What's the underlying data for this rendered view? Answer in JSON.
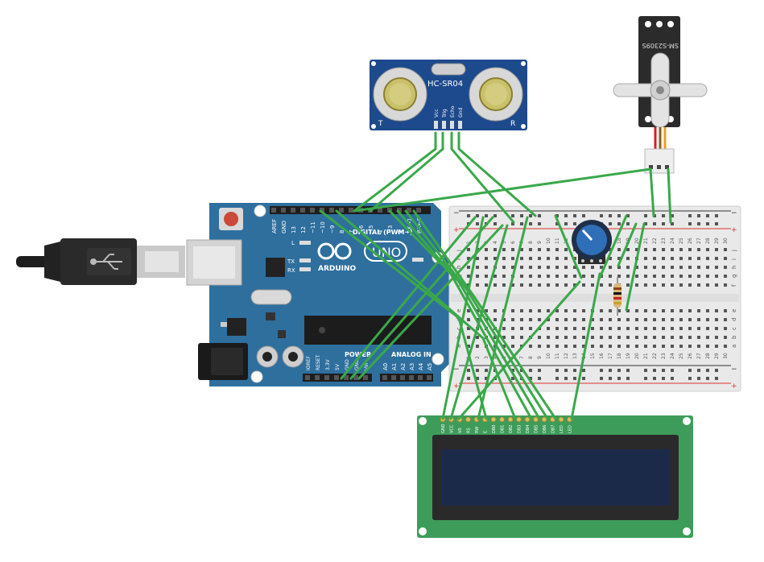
{
  "arduino": {
    "brand": "ARDUINO",
    "model": "UNO",
    "digital_header_label": "DIGITAL (PWM~)",
    "power_label": "POWER",
    "analog_label": "ANALOG IN",
    "pin_l": "L",
    "pin_tx": "TX",
    "pin_rx": "RX",
    "digital_pins": [
      "AREF",
      "GND",
      "13",
      "12",
      "~11",
      "~10",
      "~9",
      "8",
      "7",
      "~6",
      "~5",
      "4",
      "~3",
      "2",
      "TX→1",
      "RX←0"
    ],
    "power_pins": [
      "IOREF",
      "RESET",
      "3.3V",
      "5V",
      "GND",
      "GND",
      "Vin"
    ],
    "analog_pins": [
      "A0",
      "A1",
      "A2",
      "A3",
      "A4",
      "A5"
    ]
  },
  "ultrasonic": {
    "model": "HC-SR04",
    "pins": [
      "Vcc",
      "Trig",
      "Echo",
      "Gnd"
    ],
    "left_mark": "T",
    "right_mark": "R"
  },
  "servo": {
    "model": "SM-S2309S"
  },
  "lcd": {
    "pins": [
      "GND",
      "VCC",
      "V0",
      "RS",
      "RW",
      "E",
      "DB0",
      "DB1",
      "DB2",
      "DB3",
      "DB4",
      "DB5",
      "DB6",
      "DB7",
      "LED",
      "LED"
    ]
  },
  "breadboard": {
    "columns": [
      "1",
      "2",
      "3",
      "4",
      "5",
      "6",
      "7",
      "8",
      "9",
      "10",
      "11",
      "12",
      "13",
      "14",
      "15",
      "16",
      "17",
      "18",
      "19",
      "20",
      "21",
      "22",
      "23",
      "24",
      "25",
      "26",
      "27",
      "28",
      "29",
      "30"
    ],
    "rows_top": [
      "j",
      "i",
      "h",
      "g",
      "f"
    ],
    "rows_bottom": [
      "e",
      "d",
      "c",
      "b",
      "a"
    ],
    "rail_minus": "−",
    "rail_plus": "+"
  },
  "colors": {
    "wire": "#3aa84a",
    "arduino_board": "#2e6f9e",
    "lcd_board": "#3e9c5a",
    "lcd_screen": "#1c2a4a",
    "sensor_board": "#1d4a8c",
    "servo_body": "#2b2b2b"
  }
}
